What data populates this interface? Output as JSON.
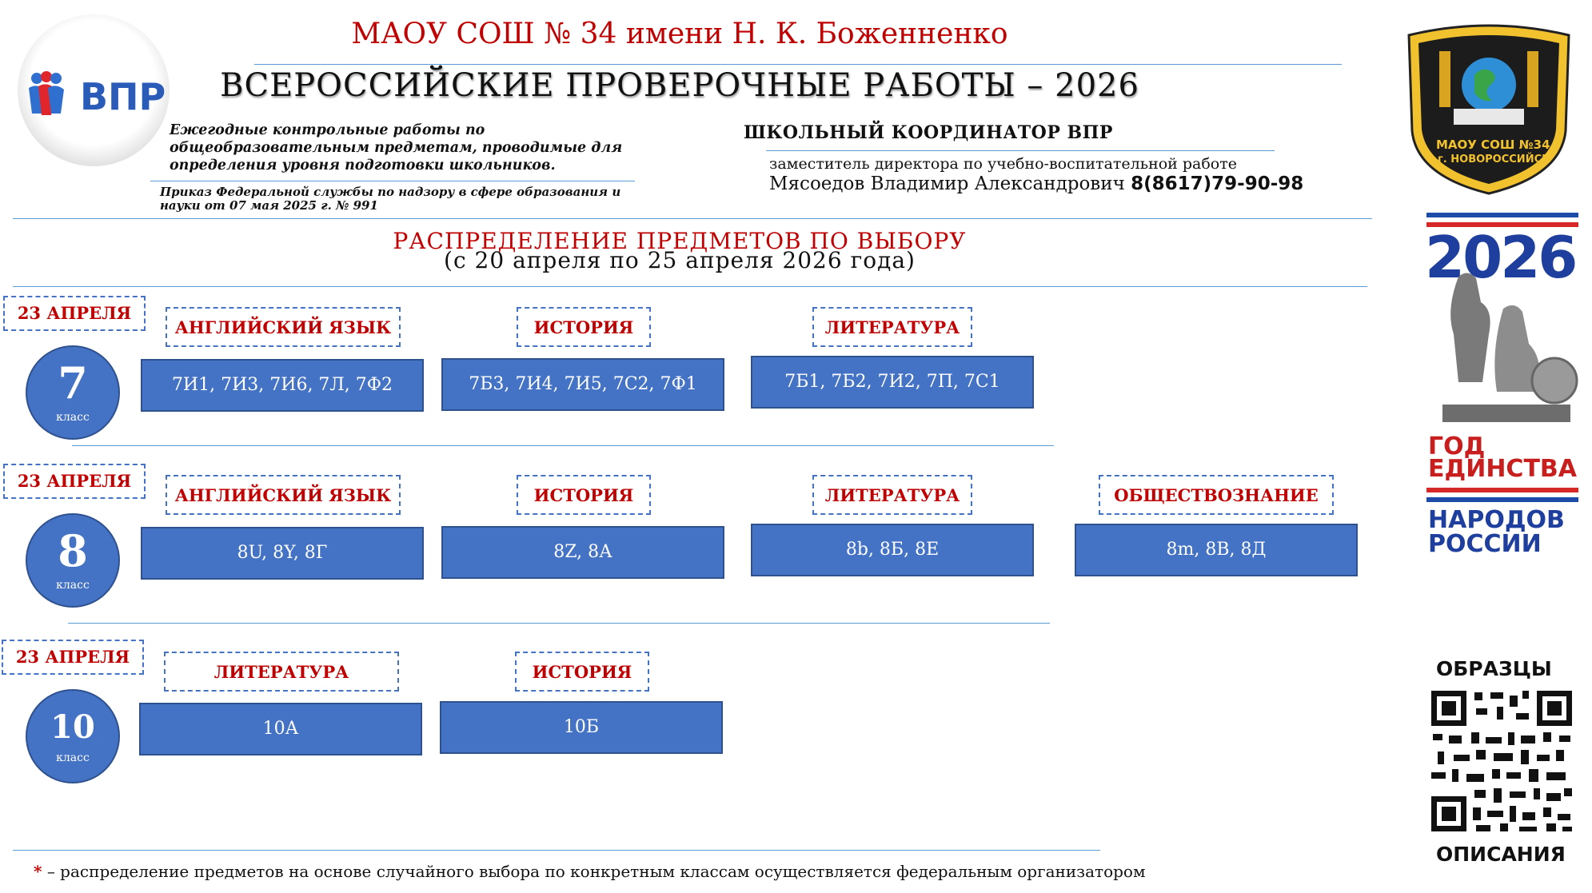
{
  "header": {
    "school": "МАОУ СОШ № 34 имени Н. К. Боженненко",
    "title": "ВСЕРОССИЙСКИЕ ПРОВЕРОЧНЫЕ РАБОТЫ – 2026",
    "description": "Ежегодные контрольные работы по общеобразовательным предметам, проводимые для определения уровня подготовки школьников.",
    "order": "Приказ Федеральной службы по надзору в сфере образования и науки от 07 мая 2025 г. № 991"
  },
  "logo": {
    "text": "ВПР"
  },
  "coordinator": {
    "title": "ШКОЛЬНЫЙ КООРДИНАТОР ВПР",
    "role": "заместитель директора по учебно-воспитательной работе",
    "name": "Мясоедов Владимир Александрович",
    "phone": "8(8617)79-90-98"
  },
  "section": {
    "title": "РАСПРЕДЕЛЕНИЕ ПРЕДМЕТОВ ПО ВЫБОРУ",
    "subtitle": "(с 20 апреля по 25 апреля 2026 года)"
  },
  "grades": [
    {
      "number": "7",
      "label": "класс",
      "date": "23 АПРЕЛЯ",
      "subjects": [
        {
          "name": "АНГЛИЙСКИЙ ЯЗЫК",
          "classes": "7И1, 7И3, 7И6, 7Л, 7Ф2"
        },
        {
          "name": "ИСТОРИЯ",
          "classes": "7Б3, 7И4, 7И5, 7С2, 7Ф1"
        },
        {
          "name": "ЛИТЕРАТУРА",
          "classes": "7Б1, 7Б2, 7И2, 7П, 7С1"
        }
      ]
    },
    {
      "number": "8",
      "label": "класс",
      "date": "23 АПРЕЛЯ",
      "subjects": [
        {
          "name": "АНГЛИЙСКИЙ ЯЗЫК",
          "classes": "8U, 8Y, 8Г"
        },
        {
          "name": "ИСТОРИЯ",
          "classes": "8Z, 8А"
        },
        {
          "name": "ЛИТЕРАТУРА",
          "classes": "8b, 8Б, 8Е"
        },
        {
          "name": "ОБЩЕСТВОЗНАНИЕ",
          "classes": "8m, 8В, 8Д"
        }
      ]
    },
    {
      "number": "10",
      "label": "класс",
      "date": "23 АПРЕЛЯ",
      "subjects": [
        {
          "name": "ЛИТЕРАТУРА",
          "classes": "10А"
        },
        {
          "name": "ИСТОРИЯ",
          "classes": "10Б"
        }
      ]
    }
  ],
  "emblem": {
    "line1": "МАОУ СОШ №34",
    "line2": "г. НОВОРОССИЙСК"
  },
  "year_poster": {
    "year": "2026",
    "lines": [
      "ГОД",
      "ЕДИНСТВА",
      "НАРОДОВ",
      "РОССИИ"
    ]
  },
  "qr": {
    "top_label": "ОБРАЗЦЫ",
    "bottom_label": "ОПИСАНИЯ"
  },
  "footnote": {
    "star": "*",
    "text": " – распределение предметов на основе случайного выбора по конкретным классам осуществляется федеральным организатором"
  },
  "colors": {
    "accent_red": "#c00000",
    "box_blue": "#4472c4",
    "line_blue": "#5b9bd5"
  }
}
